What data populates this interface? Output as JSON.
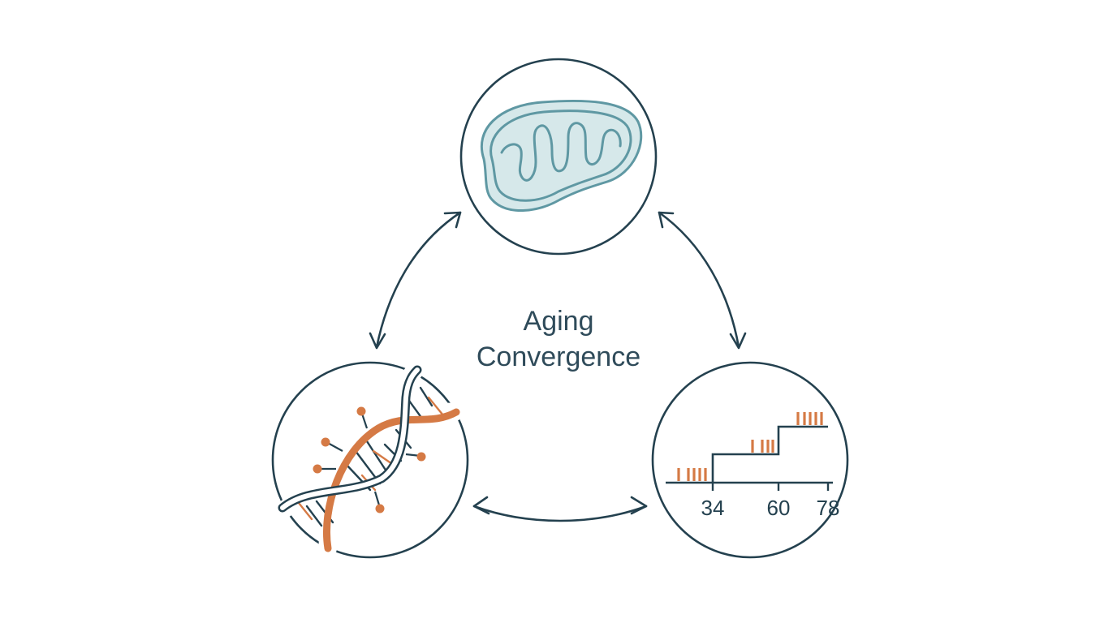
{
  "diagram": {
    "title_line_1": "Aging",
    "title_line_2": "Convergence",
    "nodes": [
      {
        "id": "mitochondrion",
        "icon": "mitochondrion-icon"
      },
      {
        "id": "dna",
        "icon": "dna-helix-icon"
      },
      {
        "id": "epigenetic-steps",
        "icon": "step-chart-icon"
      }
    ],
    "edges": [
      {
        "from": "mitochondrion",
        "to": "dna",
        "style": "double-arrow"
      },
      {
        "from": "mitochondrion",
        "to": "epigenetic-steps",
        "style": "double-arrow"
      },
      {
        "from": "dna",
        "to": "epigenetic-steps",
        "style": "double-arrow"
      }
    ],
    "step_chart": {
      "ticks": [
        "34",
        "60",
        "78"
      ]
    }
  },
  "colors": {
    "outline": "#24414f",
    "accent": "#d57a45",
    "mito_fill": "#d6e8ea",
    "mito_stroke": "#5f98a3",
    "background": "#ffffff"
  }
}
